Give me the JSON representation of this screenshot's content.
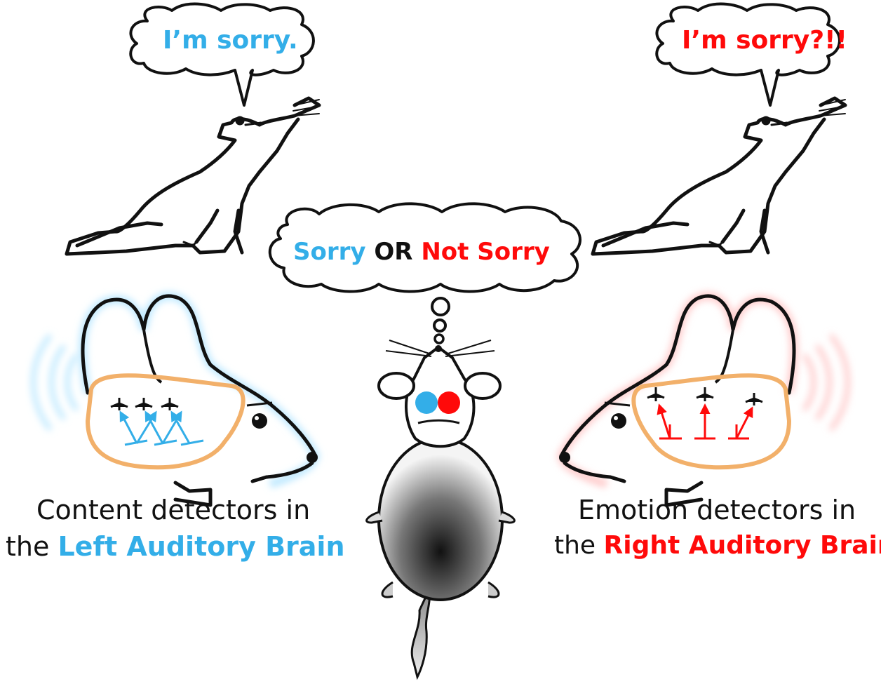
{
  "colors": {
    "blue": "#33aee8",
    "red": "#ff0a0a",
    "black": "#111111",
    "orange": "#f2b06a",
    "blue_glow": "#bfe9ff",
    "red_glow": "#ffcccc"
  },
  "left_rat_speech": "I’m sorry.",
  "right_rat_speech": "I’m sorry?!!",
  "thought_bubble": {
    "part1": "Sorry",
    "part2": "OR",
    "part3": "Not Sorry"
  },
  "left_caption": {
    "line1": "Content detectors in",
    "line2_prefix": "the",
    "line2_highlight": "Left Auditory Brain"
  },
  "right_caption": {
    "line1": "Emotion detectors in",
    "line2_prefix": "the",
    "line2_highlight": "Right Auditory Brain"
  },
  "icons": {
    "left_speaker": "rat-sitting-icon",
    "right_speaker": "rat-sitting-icon",
    "listener": "mouse-top-view-icon",
    "left_brain_head": "mouse-head-left-icon",
    "right_brain_head": "mouse-head-right-icon",
    "neuron": "neuron-icon"
  }
}
